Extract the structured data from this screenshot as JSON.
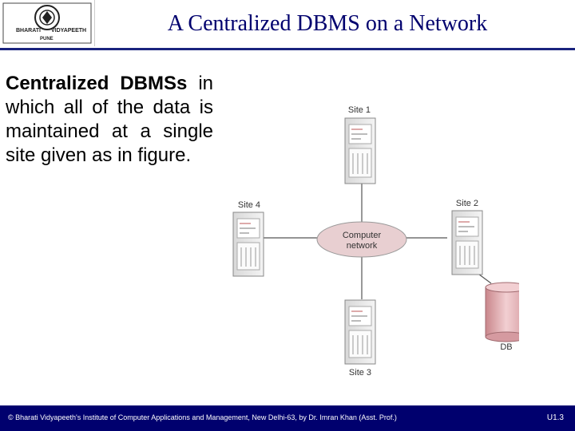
{
  "header": {
    "title": "A Centralized DBMS on a Network",
    "logo": {
      "top_text": "BHARATI",
      "right_text": "VIDYAPEETH",
      "bottom_text": "PUNE"
    }
  },
  "body": {
    "lead_bold": "Centralized DBMSs",
    "lead_rest": "in which all of the data is maintained at a single site given as in figure."
  },
  "diagram": {
    "sites": [
      "Site 1",
      "Site 2",
      "Site 3",
      "Site 4"
    ],
    "network_label_line1": "Computer",
    "network_label_line2": "network",
    "db_label": "DB"
  },
  "footer": {
    "text": "© Bharati Vidyapeeth's Institute of Computer Applications and Management, New Delhi-63, by Dr. Imran Khan (Asst. Prof.)",
    "page": "U1.3"
  }
}
